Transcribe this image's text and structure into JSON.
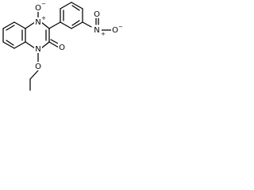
{
  "molecule": {
    "atom_labels": {
      "o_top": "O",
      "n_top": "N",
      "o_carbonyl": "O",
      "n_bottom": "N",
      "o_ether": "O",
      "nitro_n": "N",
      "nitro_o_top": "O",
      "nitro_o_right": "O"
    },
    "charges": {
      "o_top": "−",
      "n_top": "+",
      "nitro_n": "+",
      "nitro_o_right": "−"
    }
  }
}
